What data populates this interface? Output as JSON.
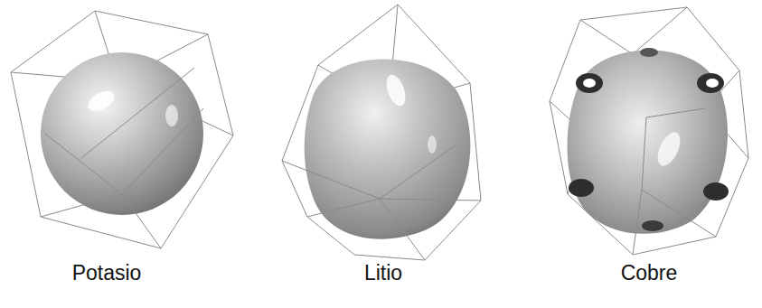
{
  "diagram": {
    "labels": [
      "Potasio",
      "Litio",
      "Cobre"
    ]
  }
}
